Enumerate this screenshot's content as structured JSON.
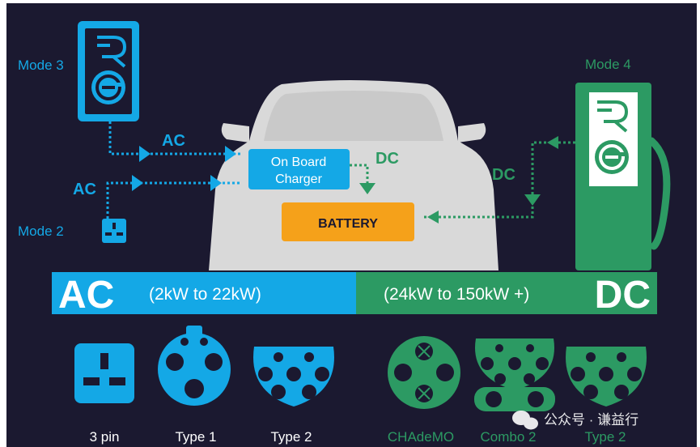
{
  "diagram": {
    "mode3_label": "Mode 3",
    "mode2_label": "Mode 2",
    "mode4_label": "Mode 4",
    "ac_label_top": "AC",
    "ac_label_bottom": "AC",
    "dc_label_onboard": "DC",
    "dc_label_station": "DC",
    "onboard_charger_line1": "On Board",
    "onboard_charger_line2": "Charger",
    "battery_label": "BATTERY",
    "banner_ac_big": "AC",
    "banner_ac_range": "(2kW to 22kW)",
    "banner_dc_range": "(24kW to 150kW +)",
    "banner_dc_big": "DC",
    "connectors": [
      {
        "name": "3 pin",
        "kind": "ac"
      },
      {
        "name": "Type 1",
        "kind": "ac"
      },
      {
        "name": "Type 2",
        "kind": "ac"
      },
      {
        "name": "CHAdeMO",
        "kind": "dc"
      },
      {
        "name": "Combo 2",
        "kind": "dc"
      },
      {
        "name": "Type 2",
        "kind": "dc"
      }
    ],
    "watermark": "公众号 · 谦益行"
  },
  "colors": {
    "background": "#1b1930",
    "ac_blue": "#14a8e6",
    "dc_green": "#2c9a63",
    "car_grey": "#d9d9d9",
    "battery_orange": "#f5a11a",
    "text_white": "#ffffff"
  },
  "icons": [
    "charging-post-icon",
    "wall-socket-icon",
    "charging-station-icon",
    "car-silhouette-icon",
    "flow-arrow-icon"
  ]
}
